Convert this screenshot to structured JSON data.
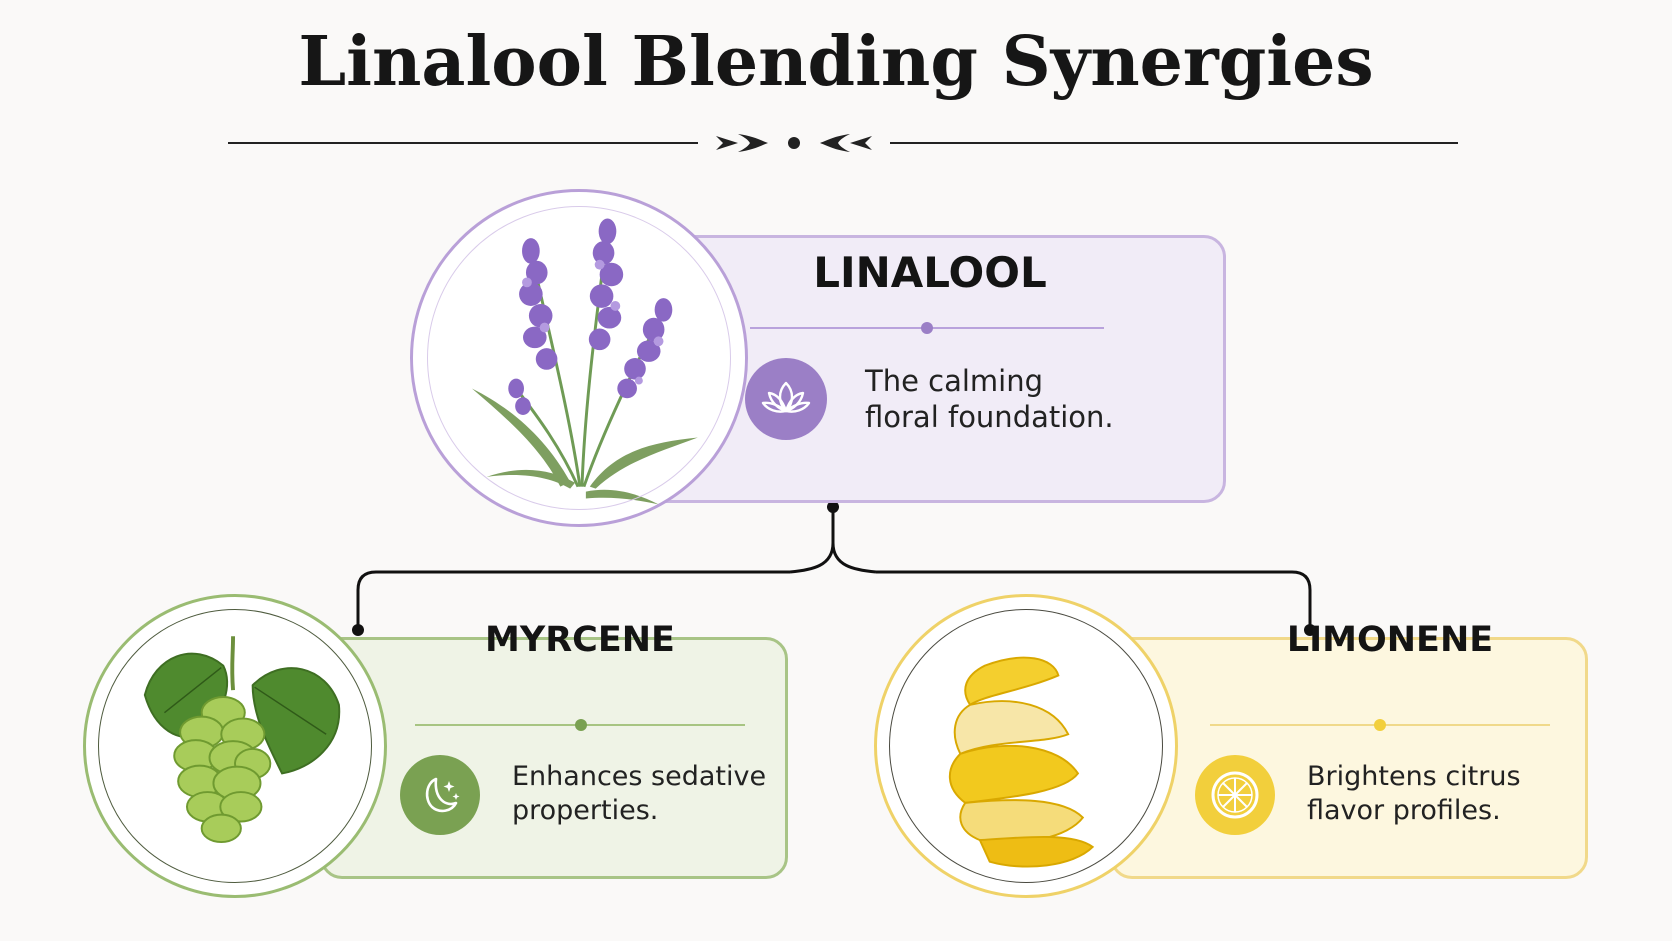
{
  "title": "Linalool Blending Synergies",
  "main": {
    "name": "LINALOOL",
    "description_line1": "The calming",
    "description_line2": "floral foundation.",
    "image_icon": "lavender-illustration",
    "badge_icon": "lotus-icon",
    "color": "#9b7fc6"
  },
  "partners": [
    {
      "name": "MYRCENE",
      "description_line1": "Enhances sedative",
      "description_line2": "properties.",
      "image_icon": "hops-illustration",
      "badge_icon": "moon-stars-icon",
      "color": "#7aa152"
    },
    {
      "name": "LIMONENE",
      "description_line1": "Brightens citrus",
      "description_line2": "flavor profiles.",
      "image_icon": "lemon-peel-illustration",
      "badge_icon": "citrus-slice-icon",
      "color": "#f2cf3c"
    }
  ]
}
